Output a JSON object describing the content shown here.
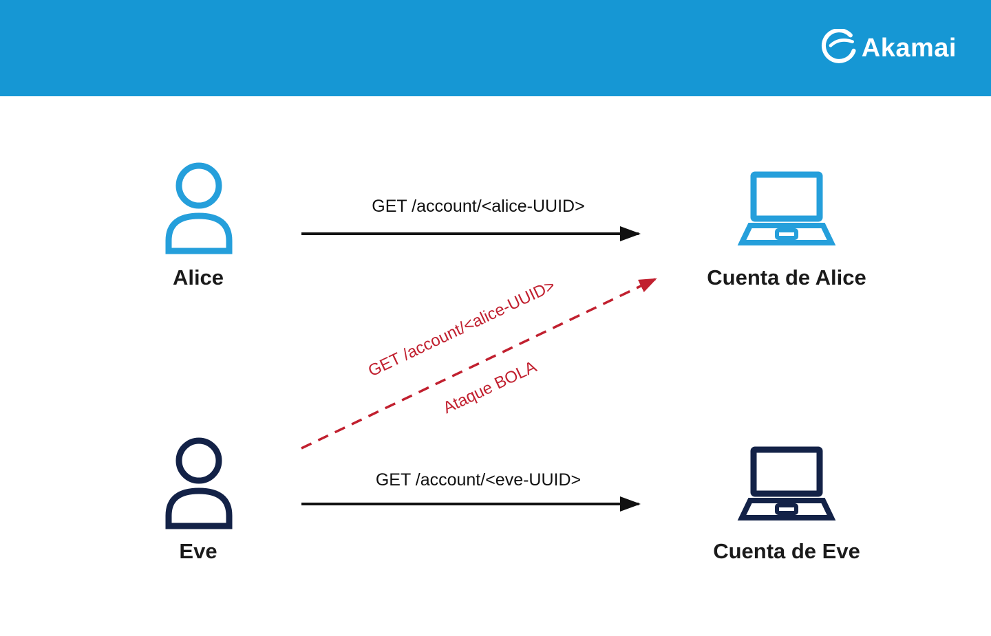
{
  "header": {
    "brand": "Akamai",
    "background": "#1697d4"
  },
  "colors": {
    "alice": "#259fdb",
    "eve": "#132247",
    "attack": "#c1202f",
    "arrow": "#111111"
  },
  "actors": {
    "alice": {
      "label": "Alice"
    },
    "eve": {
      "label": "Eve"
    }
  },
  "accounts": {
    "alice": {
      "label": "Cuenta de Alice"
    },
    "eve": {
      "label": "Cuenta de Eve"
    }
  },
  "requests": {
    "alice": {
      "label": "GET /account/<alice-UUID>"
    },
    "eve": {
      "label": "GET /account/<eve-UUID>"
    },
    "attack": {
      "label": "GET /account/<alice-UUID>",
      "name": "Ataque BOLA"
    }
  }
}
